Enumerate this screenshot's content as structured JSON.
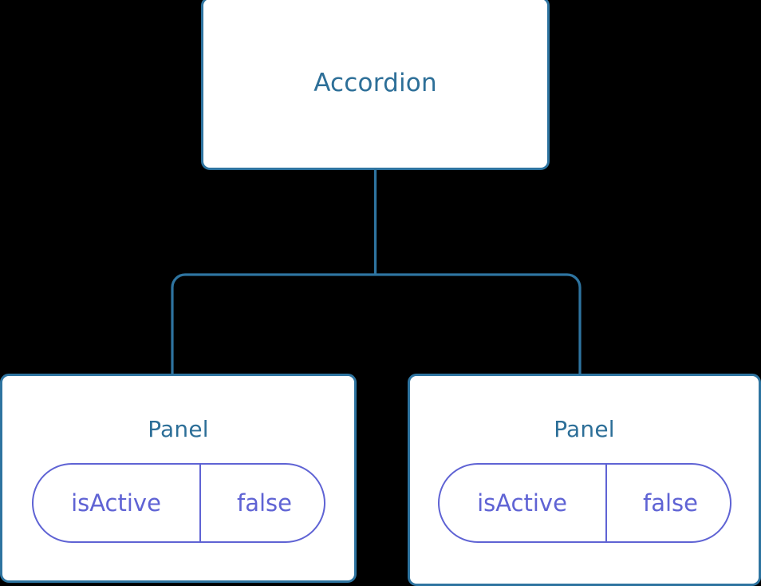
{
  "diagram": {
    "type": "component-tree",
    "background_color": "#000000",
    "node_fill_color": "#ffffff",
    "node_border_color": "#2e74a0",
    "node_title_color": "#2d6f98",
    "pill_color": "#5f63d4",
    "connector_color": "#2e74a0",
    "root": {
      "label": "Accordion"
    },
    "children": [
      {
        "label": "Panel",
        "state": {
          "key": "isActive",
          "value": "false"
        }
      },
      {
        "label": "Panel",
        "state": {
          "key": "isActive",
          "value": "false"
        }
      }
    ],
    "edges": [
      {
        "from": "Accordion",
        "to": "Panel",
        "index": 0
      },
      {
        "from": "Accordion",
        "to": "Panel",
        "index": 1
      }
    ]
  }
}
